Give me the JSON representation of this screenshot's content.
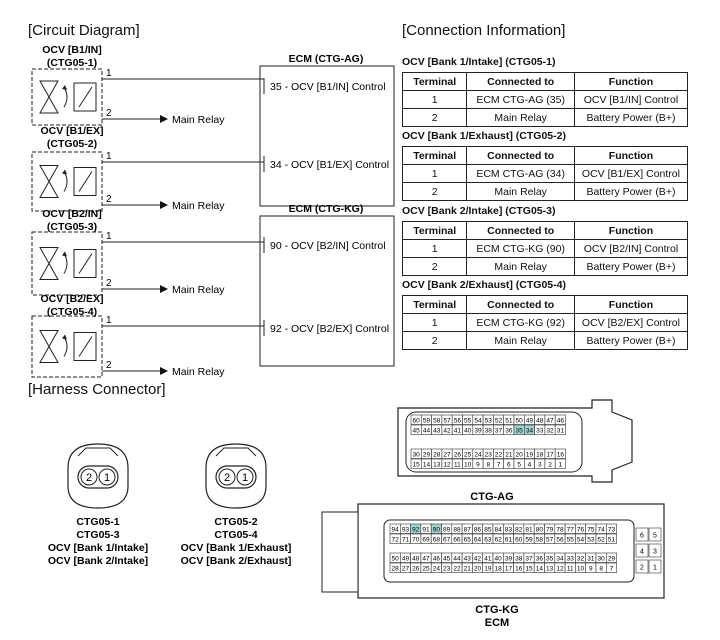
{
  "sections": {
    "circuit": "[Circuit Diagram]",
    "connection": "[Connection Information]",
    "harness": "[Harness Connector]"
  },
  "circuit": {
    "ocvs": [
      {
        "name": "OCV [B1/IN]",
        "code": "(CTG05-1)",
        "pin1": "1",
        "pin2": "2",
        "relay": "Main Relay"
      },
      {
        "name": "OCV [B1/EX]",
        "code": "(CTG05-2)",
        "pin1": "1",
        "pin2": "2",
        "relay": "Main Relay"
      },
      {
        "name": "OCV [B2/IN]",
        "code": "(CTG05-3)",
        "pin1": "1",
        "pin2": "2",
        "relay": "Main Relay"
      },
      {
        "name": "OCV [B2/EX]",
        "code": "(CTG05-4)",
        "pin1": "1",
        "pin2": "2",
        "relay": "Main Relay"
      }
    ],
    "ecms": [
      {
        "title": "ECM (CTG-AG)",
        "pins": [
          "35 - OCV [B1/IN] Control",
          "34 - OCV [B1/EX] Control"
        ]
      },
      {
        "title": "ECM (CTG-KG)",
        "pins": [
          "90 - OCV [B2/IN] Control",
          "92 - OCV [B2/EX] Control"
        ]
      }
    ]
  },
  "connection": {
    "headers": [
      "Terminal",
      "Connected to",
      "Function"
    ],
    "tables": [
      {
        "title": "OCV [Bank 1/Intake] (CTG05-1)",
        "rows": [
          [
            "1",
            "ECM CTG-AG (35)",
            "OCV [B1/IN] Control"
          ],
          [
            "2",
            "Main Relay",
            "Battery Power (B+)"
          ]
        ]
      },
      {
        "title": "OCV [Bank 1/Exhaust] (CTG05-2)",
        "rows": [
          [
            "1",
            "ECM CTG-AG (34)",
            "OCV [B1/EX] Control"
          ],
          [
            "2",
            "Main Relay",
            "Battery Power (B+)"
          ]
        ]
      },
      {
        "title": "OCV [Bank 2/Intake] (CTG05-3)",
        "rows": [
          [
            "1",
            "ECM CTG-KG (90)",
            "OCV [B2/IN] Control"
          ],
          [
            "2",
            "Main Relay",
            "Battery Power (B+)"
          ]
        ]
      },
      {
        "title": "OCV [Bank 2/Exhaust] (CTG05-4)",
        "rows": [
          [
            "1",
            "ECM CTG-KG (92)",
            "OCV [B2/EX] Control"
          ],
          [
            "2",
            "Main Relay",
            "Battery Power (B+)"
          ]
        ]
      }
    ]
  },
  "harness": {
    "ocv_connectors": [
      {
        "pins": [
          "2",
          "1"
        ],
        "lines": [
          "CTG05-1",
          "CTG05-3",
          "OCV [Bank 1/Intake]",
          "OCV [Bank 2/Intake]"
        ]
      },
      {
        "pins": [
          "2",
          "1"
        ],
        "lines": [
          "CTG05-2",
          "CTG05-4",
          "OCV [Bank 1/Exhaust]",
          "OCV [Bank 2/Exhaust]"
        ]
      }
    ],
    "ctg_ag": {
      "label": "CTG-AG",
      "rows": [
        [
          "60",
          "59",
          "58",
          "57",
          "56",
          "55",
          "54",
          "53",
          "52",
          "51",
          "50",
          "49",
          "48",
          "47",
          "46"
        ],
        [
          "45",
          "44",
          "43",
          "42",
          "41",
          "40",
          "39",
          "38",
          "37",
          "36",
          "35",
          "34",
          "33",
          "32",
          "31"
        ],
        [
          "30",
          "29",
          "28",
          "27",
          "26",
          "25",
          "24",
          "23",
          "22",
          "21",
          "20",
          "19",
          "18",
          "17",
          "16"
        ],
        [
          "15",
          "14",
          "13",
          "12",
          "11",
          "10",
          "9",
          "8",
          "7",
          "6",
          "5",
          "4",
          "3",
          "2",
          "1"
        ]
      ],
      "highlight": [
        "35",
        "34"
      ]
    },
    "ctg_kg": {
      "label": "CTG-KG",
      "sublabel": "ECM",
      "rows": [
        [
          "94",
          "93",
          "92",
          "91",
          "90",
          "89",
          "88",
          "87",
          "86",
          "85",
          "84",
          "83",
          "82",
          "81",
          "80",
          "79",
          "78",
          "77",
          "76",
          "75",
          "74",
          "73"
        ],
        [
          "72",
          "71",
          "70",
          "69",
          "68",
          "67",
          "66",
          "65",
          "64",
          "63",
          "62",
          "61",
          "60",
          "59",
          "58",
          "57",
          "56",
          "55",
          "54",
          "53",
          "52",
          "51"
        ],
        [
          "50",
          "49",
          "48",
          "47",
          "46",
          "45",
          "44",
          "43",
          "42",
          "41",
          "40",
          "39",
          "38",
          "37",
          "36",
          "35",
          "34",
          "33",
          "32",
          "31",
          "30",
          "29"
        ],
        [
          "28",
          "27",
          "26",
          "25",
          "24",
          "23",
          "22",
          "21",
          "20",
          "19",
          "18",
          "17",
          "16",
          "15",
          "14",
          "13",
          "12",
          "11",
          "10",
          "9",
          "8",
          "7"
        ]
      ],
      "side_pins": [
        [
          "6",
          "5"
        ],
        [
          "4",
          "3"
        ],
        [
          "2",
          "1"
        ]
      ],
      "highlight": [
        "92",
        "90"
      ],
      "highlight_color": "#9fd3d0"
    }
  }
}
